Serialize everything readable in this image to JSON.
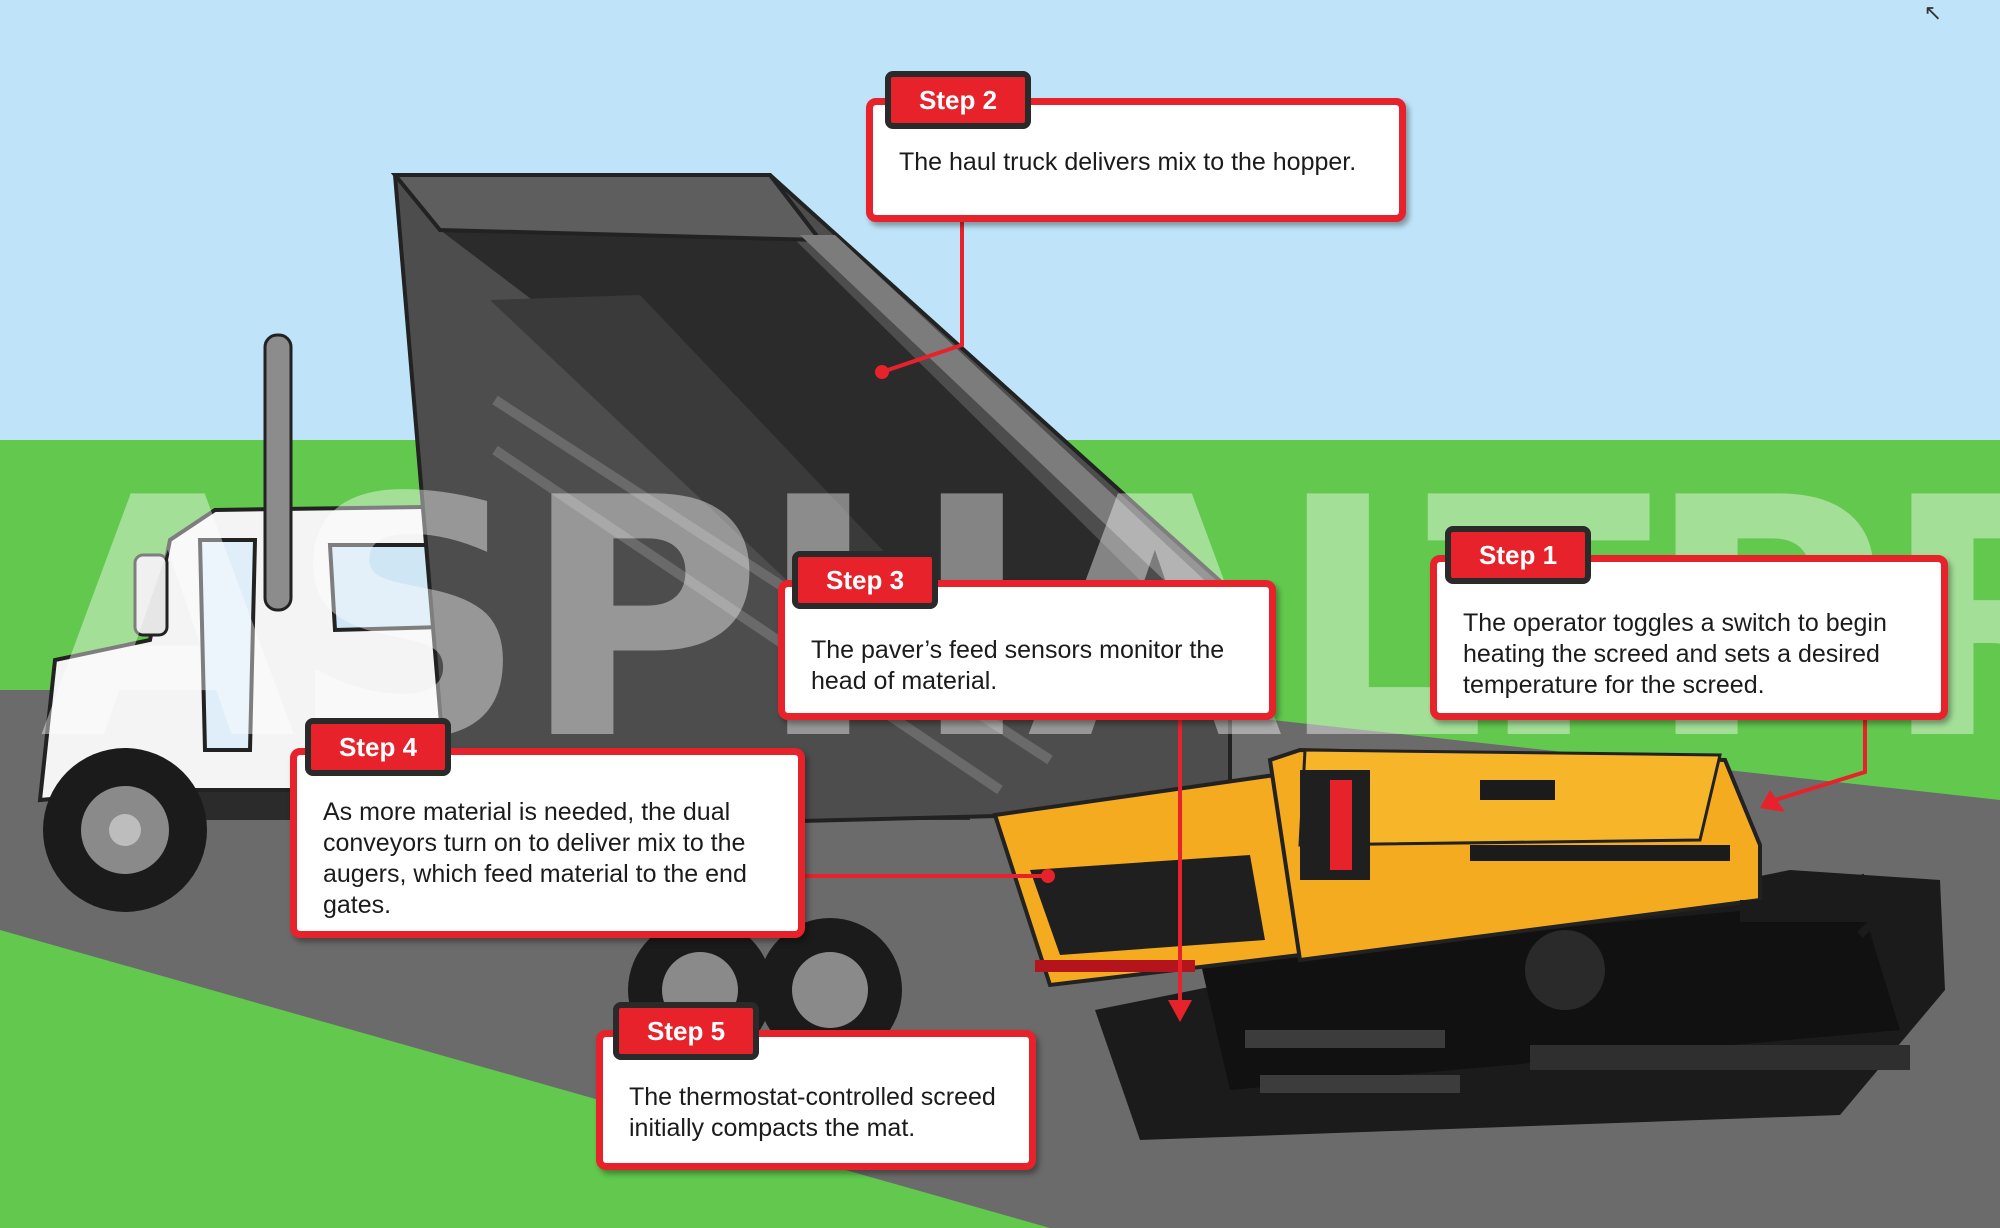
{
  "watermark": "ASPHALTPRO",
  "steps": [
    {
      "id": "step2",
      "label": "Step 2",
      "text": "The haul truck delivers mix to the hopper."
    },
    {
      "id": "step3",
      "label": "Step 3",
      "text": "The paver’s feed sensors monitor the head of material."
    },
    {
      "id": "step1",
      "label": "Step 1",
      "text": "The operator toggles a switch to begin heating the screed and sets a desired temperature for the screed."
    },
    {
      "id": "step4",
      "label": "Step 4",
      "text": "As more material is needed, the dual conveyors turn on to deliver mix to the augers, which feed material to the end gates."
    },
    {
      "id": "step5",
      "label": "Step 5",
      "text": "The thermostat-controlled screed initially compacts the mat."
    }
  ],
  "colors": {
    "sky": "#bfe4f9",
    "grass": "#62c94e",
    "road": "#6b6b6b",
    "accent": "#e8222b",
    "paver": "#f5ab1f"
  }
}
